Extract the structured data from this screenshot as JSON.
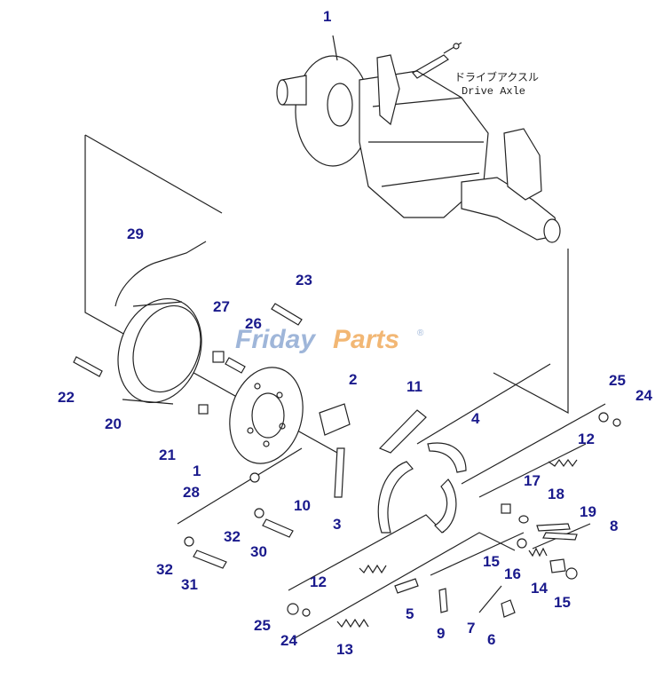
{
  "diagram": {
    "caption_jp": "ドライブアクスル",
    "caption_en": "Drive Axle",
    "watermark": {
      "brand_a": "Friday",
      "brand_b": "Parts",
      "mark": "®"
    },
    "labels": {
      "l1_top": "1",
      "l29": "29",
      "l23": "23",
      "l27": "27",
      "l26": "26",
      "l22": "22",
      "l20": "20",
      "l21": "21",
      "l1_mid": "1",
      "l28": "28",
      "l2": "2",
      "l11": "11",
      "l4": "4",
      "l25_top": "25",
      "l24_top": "24",
      "l12_right": "12",
      "l17": "17",
      "l18": "18",
      "l19": "19",
      "l8": "8",
      "l10": "10",
      "l3": "3",
      "l32_mid": "32",
      "l30": "30",
      "l32_low": "32",
      "l31": "31",
      "l15_mid": "15",
      "l16": "16",
      "l14": "14",
      "l15_low": "15",
      "l12_low": "12",
      "l5": "5",
      "l9": "9",
      "l7": "7",
      "l6": "6",
      "l25_low": "25",
      "l24_low": "24",
      "l13": "13"
    }
  }
}
